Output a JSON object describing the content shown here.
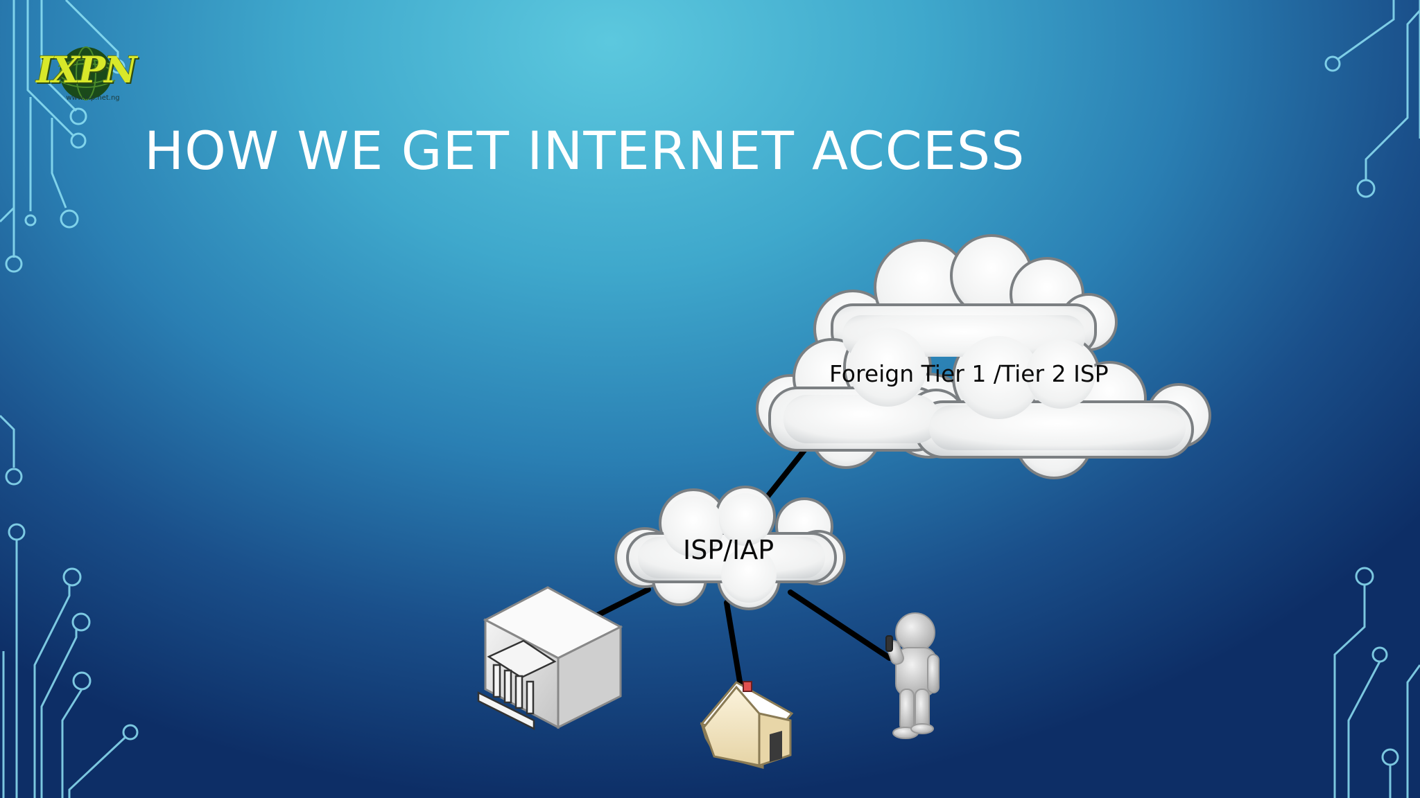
{
  "slide": {
    "title": "HOW WE GET INTERNET ACCESS"
  },
  "logo": {
    "text": "IXPN",
    "url": "www.ixp.net.ng"
  },
  "diagram": {
    "nodes": [
      {
        "id": "foreign",
        "label": "Foreign Tier 1  /Tier 2 ISP",
        "icon": "cloud-icon"
      },
      {
        "id": "isp",
        "label": "ISP/IAP",
        "icon": "cloud-icon"
      },
      {
        "id": "bank",
        "label": "",
        "icon": "bank-building-icon"
      },
      {
        "id": "home",
        "label": "",
        "icon": "house-icon"
      },
      {
        "id": "mobile",
        "label": "",
        "icon": "person-phone-icon"
      }
    ],
    "links": [
      [
        "foreign",
        "isp"
      ],
      [
        "isp",
        "bank"
      ],
      [
        "isp",
        "home"
      ],
      [
        "isp",
        "mobile"
      ]
    ]
  },
  "colors": {
    "text": "#ffffff",
    "link": "#000000",
    "circuit": "#8fe2f5"
  }
}
